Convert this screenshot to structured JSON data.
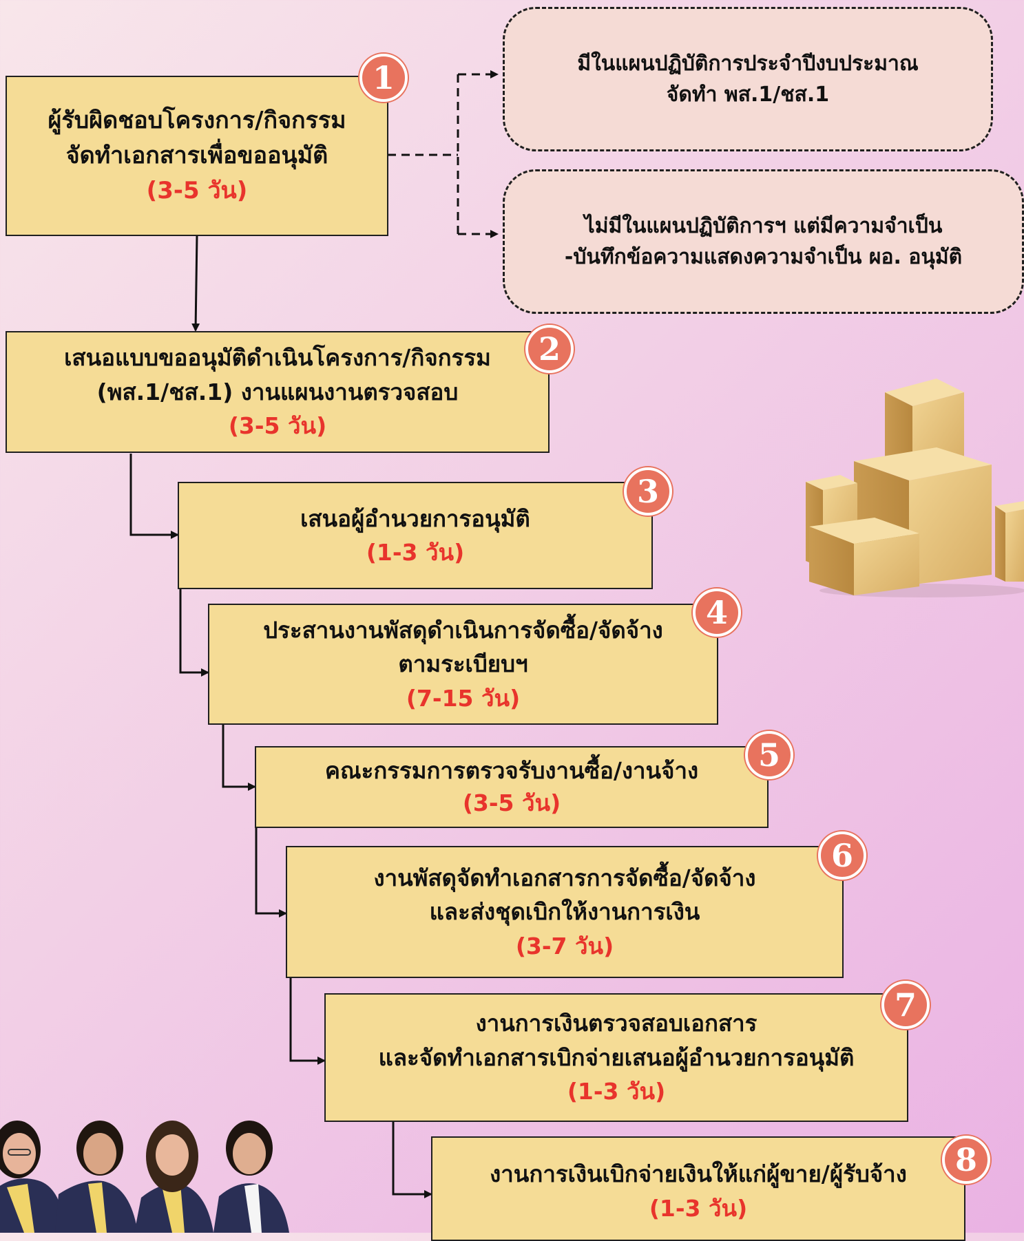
{
  "steps": [
    {
      "number": "1",
      "lines": [
        "ผู้รับผิดชอบโครงการ/กิจกรรม",
        "จัดทำเอกสารเพื่อขออนุมัติ"
      ],
      "duration": "(3-5 วัน)"
    },
    {
      "number": "2",
      "lines": [
        "เสนอแบบขออนุมัติดำเนินโครงการ/กิจกรรม",
        "(พส.1/ชส.1) งานแผนงานตรวจสอบ"
      ],
      "duration": "(3-5 วัน)"
    },
    {
      "number": "3",
      "lines": [
        "เสนอผู้อำนวยการอนุมัติ"
      ],
      "duration": "(1-3 วัน)"
    },
    {
      "number": "4",
      "lines": [
        "ประสานงานพัสดุดำเนินการจัดซื้อ/จัดจ้าง",
        "ตามระเบียบฯ"
      ],
      "duration": "(7-15 วัน)"
    },
    {
      "number": "5",
      "lines": [
        "คณะกรรมการตรวจรับงานซื้อ/งานจ้าง"
      ],
      "duration": "(3-5 วัน)"
    },
    {
      "number": "6",
      "lines": [
        "งานพัสดุจัดทำเอกสารการจัดซื้อ/จัดจ้าง",
        "และส่งชุดเบิกให้งานการเงิน"
      ],
      "duration": "(3-7 วัน)"
    },
    {
      "number": "7",
      "lines": [
        "งานการเงินตรวจสอบเอกสาร",
        "และจัดทำเอกสารเบิกจ่ายเสนอผู้อำนวยการอนุมัติ"
      ],
      "duration": "(1-3 วัน)"
    },
    {
      "number": "8",
      "lines": [
        "งานการเงินเบิกจ่ายเงินให้แก่ผู้ขาย/ผู้รับจ้าง"
      ],
      "duration": "(1-3 วัน)"
    }
  ],
  "branches": [
    {
      "lines": [
        "มีในแผนปฏิบัติการประจำปีงบประมาณ",
        "จัดทำ พส.1/ชส.1"
      ]
    },
    {
      "lines": [
        "ไม่มีในแผนปฏิบัติการฯ แต่มีความจำเป็น",
        "-บันทึกข้อความแสดงความจำเป็น ผอ. อนุมัติ"
      ]
    }
  ],
  "colors": {
    "box_fill": "#f5dc96",
    "branch_fill": "#f5dbd5",
    "duration_text": "#e8342c",
    "badge_fill": "#e8735e"
  },
  "decorations": [
    "cardboard-boxes-illustration",
    "staff-photo-group"
  ]
}
